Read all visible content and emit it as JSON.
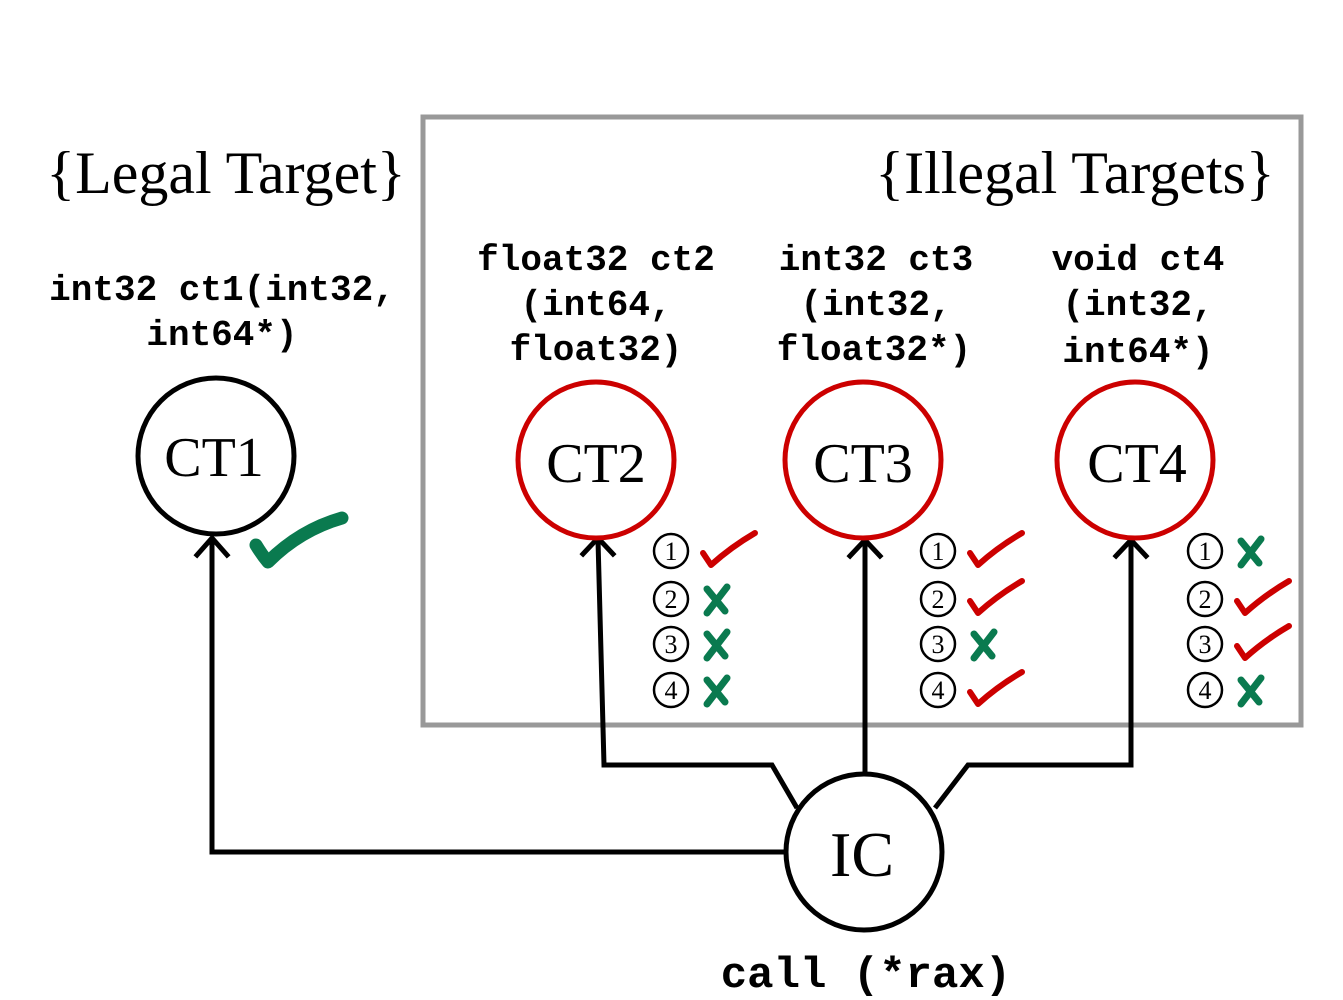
{
  "group_labels": {
    "legal": "{Legal Target}",
    "illegal": "{Illegal Targets}"
  },
  "call_site": {
    "node_label": "IC",
    "instruction": "call (*rax)"
  },
  "targets": [
    {
      "id": "CT1",
      "legal": true,
      "signature": [
        "int32 ct1(int32,",
        "int64*)"
      ],
      "checks": []
    },
    {
      "id": "CT2",
      "legal": false,
      "signature": [
        "float32 ct2",
        "(int64,",
        "float32)"
      ],
      "checks": [
        {
          "num": "1",
          "result": "pass"
        },
        {
          "num": "2",
          "result": "fail"
        },
        {
          "num": "3",
          "result": "fail"
        },
        {
          "num": "4",
          "result": "fail"
        }
      ]
    },
    {
      "id": "CT3",
      "legal": false,
      "signature": [
        "int32 ct3",
        "(int32,",
        "float32*)"
      ],
      "checks": [
        {
          "num": "1",
          "result": "pass"
        },
        {
          "num": "2",
          "result": "pass"
        },
        {
          "num": "3",
          "result": "fail"
        },
        {
          "num": "4",
          "result": "pass"
        }
      ]
    },
    {
      "id": "CT4",
      "legal": false,
      "signature": [
        "void ct4",
        "(int32,",
        "int64*)"
      ],
      "checks": [
        {
          "num": "1",
          "result": "fail"
        },
        {
          "num": "2",
          "result": "pass"
        },
        {
          "num": "3",
          "result": "pass"
        },
        {
          "num": "4",
          "result": "fail"
        }
      ]
    }
  ],
  "colors": {
    "legal_node": "#000000",
    "illegal_node": "#cc0000",
    "check_pass": "#cc0000",
    "check_fail": "#0a7a4f",
    "legal_check": "#0a7a4f",
    "group_box": "#999999"
  }
}
